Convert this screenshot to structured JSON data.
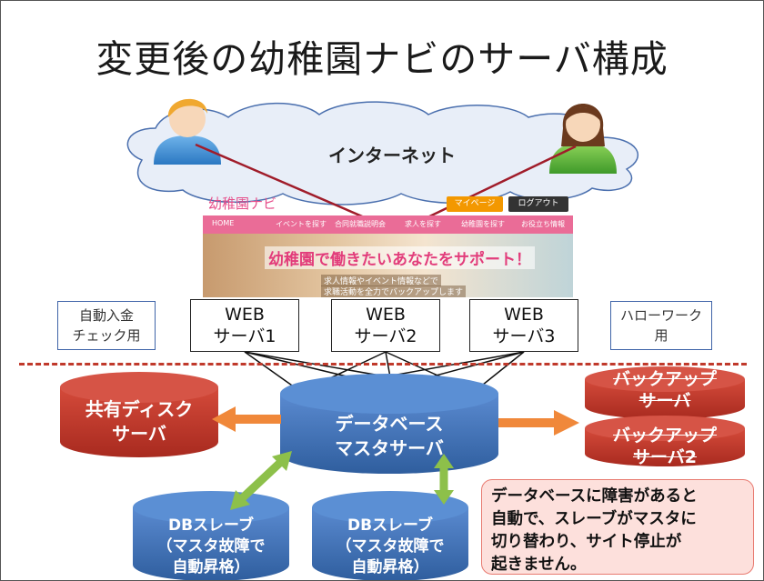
{
  "title": "変更後の幼稚園ナビのサーバ構成",
  "internet_label": "インターネット",
  "website": {
    "logo": "幼稚園ナビ",
    "buttons": [
      "マイページ",
      "ログアウト"
    ],
    "nav": [
      "HOME",
      "イベントを探す",
      "合同就職説明会",
      "求人を探す",
      "幼稚園を探す",
      "お役立ち情報"
    ],
    "banner_main": "幼稚園で働きたいあなたをサポート！",
    "banner_sub1": "求人情報やイベント情報などで",
    "banner_sub2": "求職活動を全力でバックアップします"
  },
  "side_boxes": {
    "left": [
      "自動入金",
      "チェック用"
    ],
    "right": [
      "ハローワーク",
      "用"
    ]
  },
  "web_servers": [
    {
      "line1": "WEB",
      "line2": "サーバ1"
    },
    {
      "line1": "WEB",
      "line2": "サーバ2"
    },
    {
      "line1": "WEB",
      "line2": "サーバ3"
    }
  ],
  "databases": {
    "shared_disk": [
      "共有ディスク",
      "サーバ"
    ],
    "master": [
      "データベース",
      "マスタサーバ"
    ],
    "backup1": [
      "バックアップ",
      "サーバ"
    ],
    "backup2": [
      "バックアップ",
      "サーバ2"
    ],
    "slave1": [
      "DBスレーブ",
      "（マスタ故障で",
      "自動昇格）"
    ],
    "slave2": [
      "DBスレーブ",
      "（マスタ故障で",
      "自動昇格）"
    ]
  },
  "note": [
    "データベースに障害があると",
    "自動で、スレーブがマスタに",
    "切り替わり、サイト停止が",
    "起きません。"
  ],
  "colors": {
    "red_db": "#c0392b",
    "blue_db": "#3d6fb4",
    "arrow_orange": "#f0883a",
    "arrow_green": "#8dc04a",
    "user_line": "#a01c2a",
    "cloud_fill": "#e8eef8",
    "cloud_stroke": "#4a6fae"
  },
  "icons": [
    "user-male-icon",
    "user-female-icon"
  ]
}
